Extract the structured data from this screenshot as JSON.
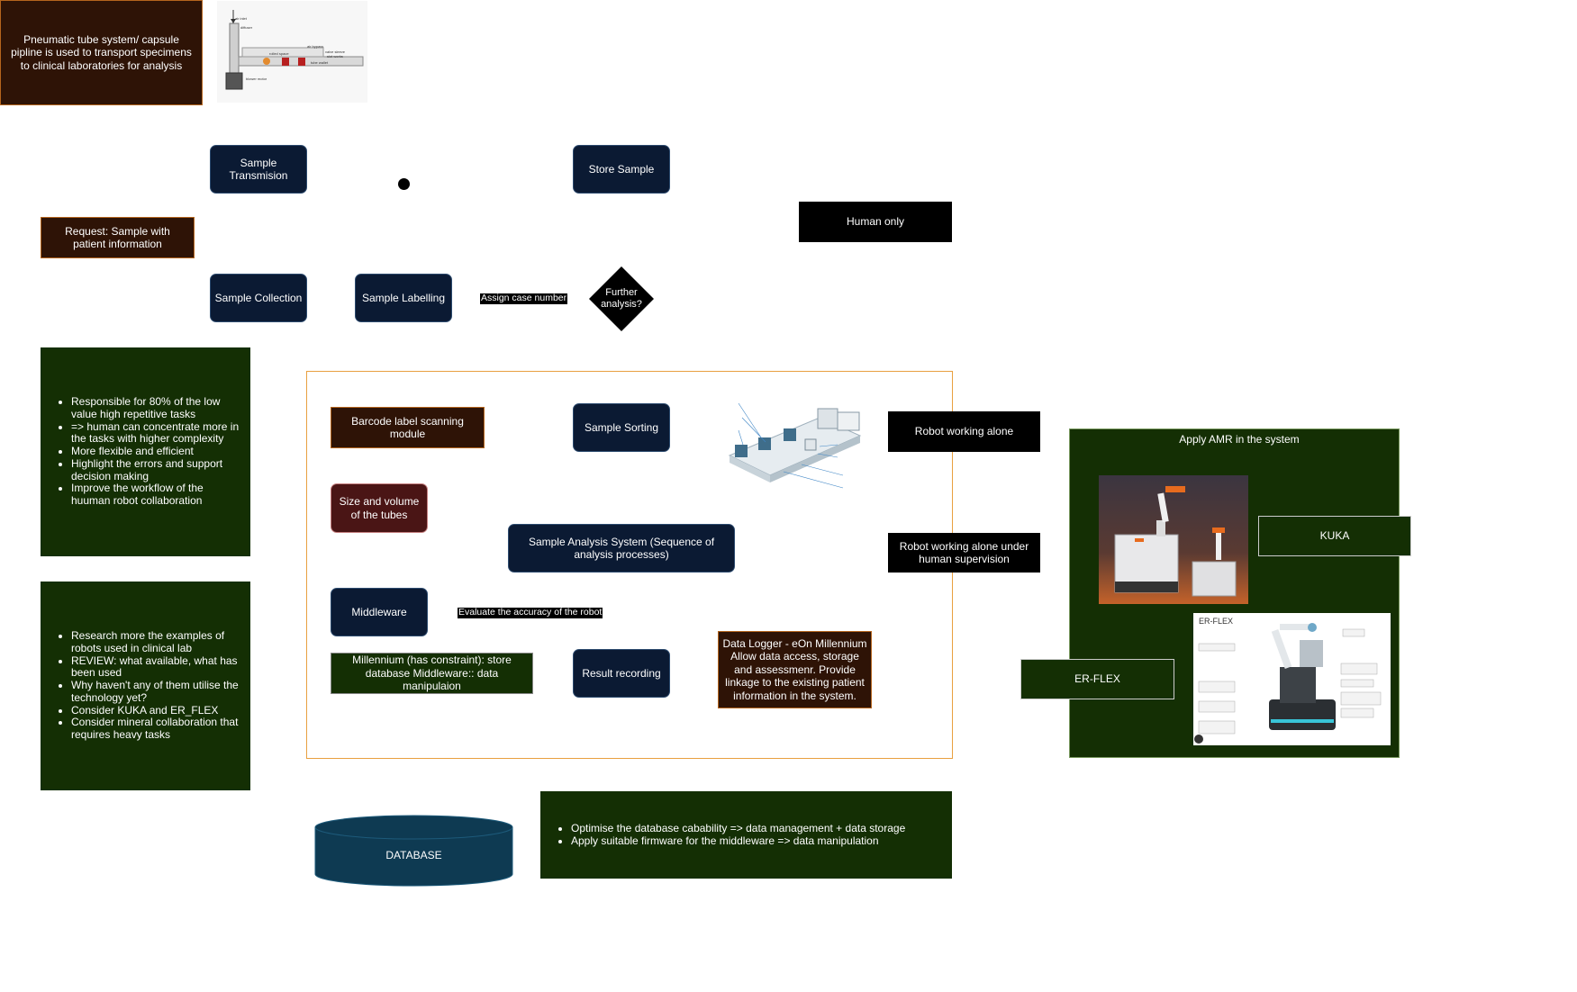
{
  "top_note": "Pneumatic tube system/ capsule pipline is used to transport specimens to clinical laboratories for analysis",
  "pneumatic_image": {
    "labels": [
      "air inlet",
      "diffuser",
      "air bypass",
      "valve sleeve",
      "slot works",
      "tube wallet",
      "rolled space",
      "blower motor"
    ]
  },
  "nodes": {
    "sample_transmission": "Sample Transmision",
    "store_sample": "Store Sample",
    "human_only": "Human only",
    "request": "Request: Sample with patient information",
    "sample_collection": "Sample Collection",
    "sample_labelling": "Sample Labelling",
    "assign_case": "Assign case number",
    "further_analysis": "Further analysis?",
    "barcode": "Barcode label scanning module",
    "sample_sorting": "Sample Sorting",
    "robot_alone": "Robot working alone",
    "size_volume": "Size and volume of the tubes",
    "analysis_system": "Sample Analysis System (Sequence of analysis processes)",
    "robot_supervision": "Robot working alone under human supervision",
    "middleware": "Middleware",
    "evaluate": "Evaluate the accuracy of the robot",
    "millennium": "Millennium (has constraint): store database Middleware:: data manipulaion",
    "result_recording": "Result recording",
    "data_logger": "Data Logger - eOn Millennium Allow data access, storage and assessmenr. Provide linkage to the existing patient information in the system.",
    "database": "DATABASE"
  },
  "notes": {
    "benefits": [
      "Responsible for 80% of the low value high repetitive tasks",
      "=> human can concentrate more in the tasks with higher complexity",
      "More flexible and efficient",
      "Highlight the errors and support decision making",
      "Improve the workflow of the huuman robot collaboration"
    ],
    "research": [
      "Research more the examples of robots used in clinical lab",
      "REVIEW: what available, what has been used",
      "Why haven't any of them utilise the technology yet?",
      "Consider KUKA and ER_FLEX",
      "Consider mineral collaboration that requires heavy tasks"
    ],
    "database_actions": [
      "Optimise the database cabability => data management + data storage",
      "Apply suitable firmware for the middleware => data manipulation"
    ]
  },
  "amr": {
    "title": "Apply AMR in the system",
    "kuka": "KUKA",
    "er_flex": "ER-FLEX",
    "er_flex_image_title": "ER-FLEX"
  },
  "colors": {
    "navy": "#0b1a33",
    "brown": "#2e1306",
    "dark_green": "#142f04",
    "maroon": "#4a1515",
    "group_border": "#e8a040",
    "teal_db": "#0e3a52"
  }
}
